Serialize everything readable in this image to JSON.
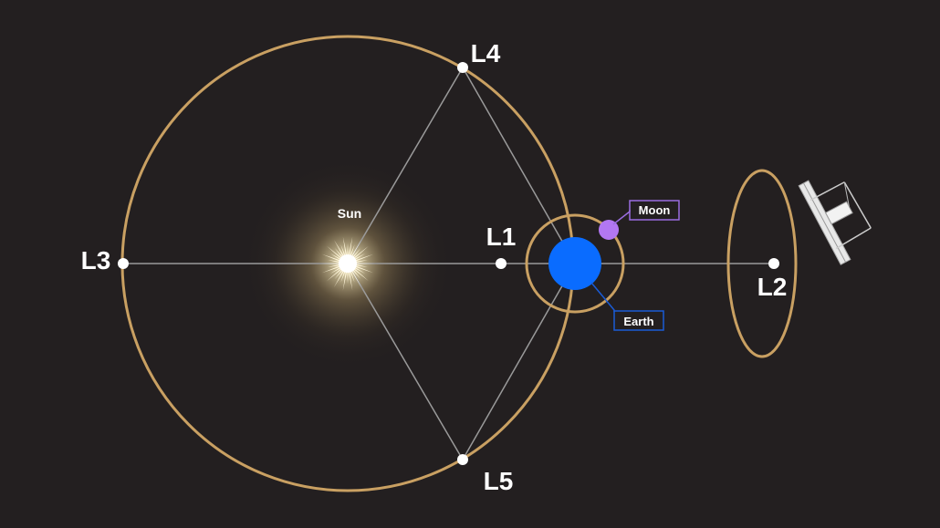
{
  "labels": {
    "sun": "Sun",
    "moon": "Moon",
    "earth": "Earth",
    "l1": "L1",
    "l2": "L2",
    "l3": "L3",
    "l4": "L4",
    "l5": "L5"
  },
  "colors": {
    "background": "#231f20",
    "orbit": "#c9a062",
    "lines": "#9a9a9a",
    "earth": "#0a6cff",
    "moon": "#b277f2",
    "moon_box": "#9a6de0",
    "earth_box": "#1a5bd6",
    "points": "#ffffff"
  },
  "icons": {
    "spacecraft": "space-telescope-icon"
  }
}
